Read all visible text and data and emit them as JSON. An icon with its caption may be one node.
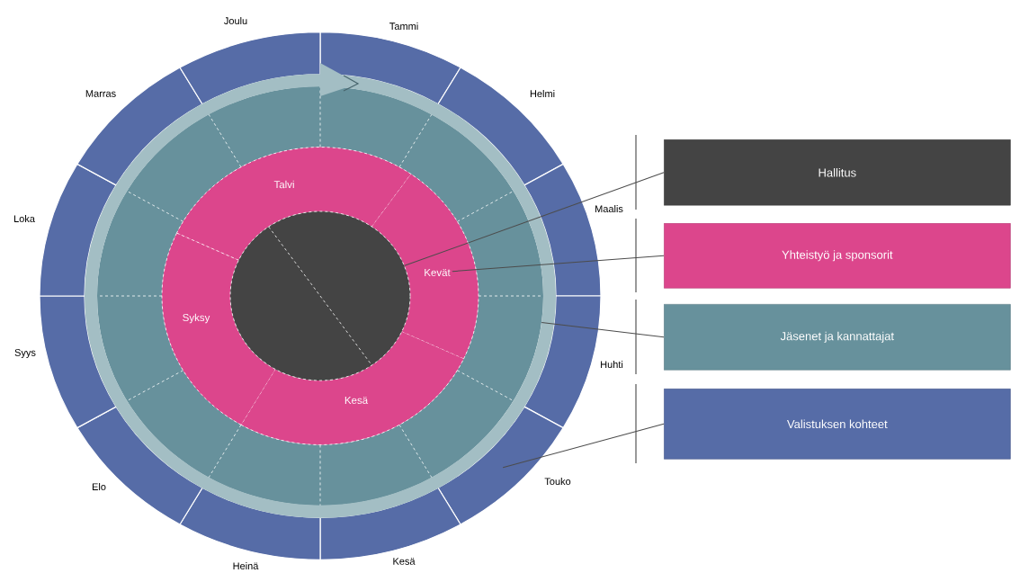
{
  "diagram": {
    "nodes": [
      {
        "text": [
          "Tammi"
        ]
      },
      {
        "text": [
          "Helmi"
        ]
      },
      {
        "text": [
          "Maalis"
        ]
      },
      {
        "text": [
          "Huhti"
        ]
      },
      {
        "text": [
          "Touko"
        ]
      },
      {
        "text": [
          "Kesä"
        ]
      },
      {
        "text": [
          "Heinä"
        ]
      },
      {
        "text": [
          "Elo"
        ]
      },
      {
        "text": [
          "Syys"
        ]
      },
      {
        "text": [
          "Loka"
        ]
      },
      {
        "text": [
          "Marras"
        ]
      },
      {
        "text": [
          "Joulu"
        ]
      },
      {
        "text": [],
        "shape": "ring"
      },
      {
        "text": [
          "Talvi"
        ]
      },
      {
        "text": [
          "Kevät"
        ]
      },
      {
        "text": [
          "Kesä"
        ]
      },
      {
        "text": [
          "Syksy"
        ]
      },
      {
        "text": [],
        "shape": "circle"
      },
      {
        "text": [
          "Hallitus"
        ]
      },
      {
        "text": [
          "Yhteistyö ja sponsorit"
        ]
      },
      {
        "text": [
          "Jäsenet ja kannattajat"
        ]
      },
      {
        "text": [
          "Valistuksen kohteet"
        ]
      }
    ],
    "edges": [
      {
        "from": 18,
        "to": 17,
        "arrow": "none"
      },
      {
        "from": 19,
        "to": 14,
        "arrow": "none"
      },
      {
        "from": 20,
        "to": 12,
        "arrow": "none"
      },
      {
        "from": 21,
        "to": 4,
        "arrow": "none"
      }
    ]
  }
}
